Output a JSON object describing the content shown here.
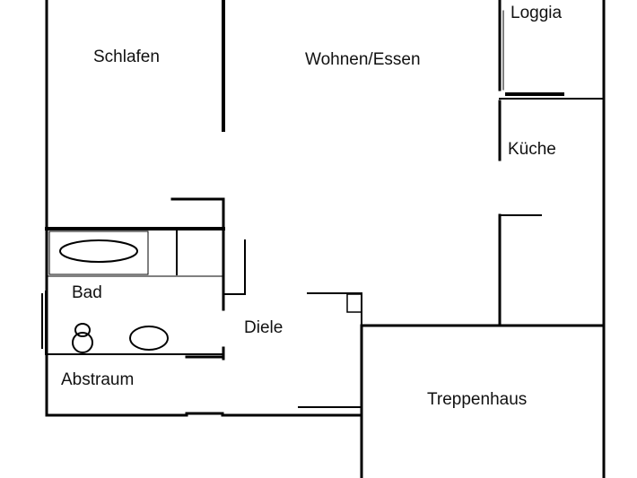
{
  "rooms": {
    "schlafen": "Schlafen",
    "wohnen_essen": "Wohnen/Essen",
    "loggia": "Loggia",
    "kueche": "Küche",
    "bad": "Bad",
    "diele": "Diele",
    "abstraum": "Abstraum",
    "treppenhaus": "Treppenhaus"
  },
  "colors": {
    "wall": "#000000",
    "background": "#ffffff"
  }
}
